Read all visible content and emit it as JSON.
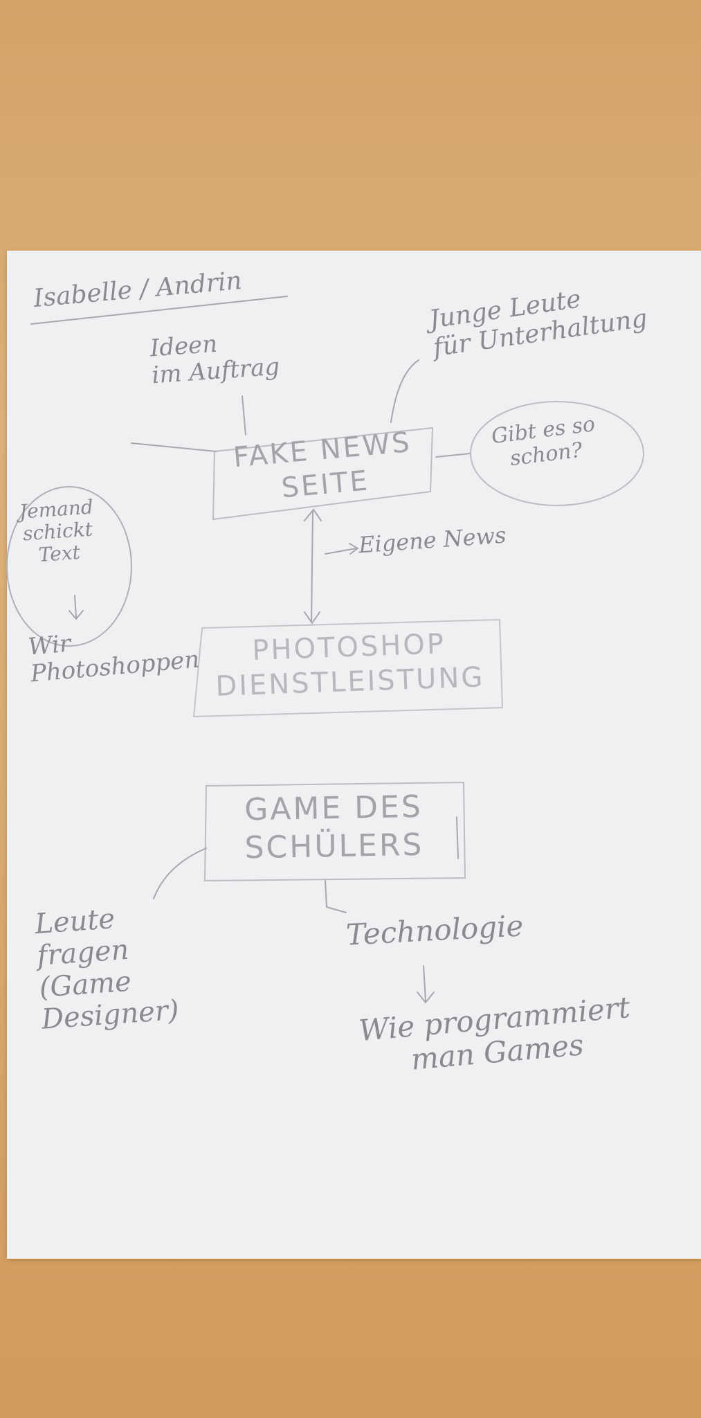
{
  "sketch": {
    "authors": "Isabelle / Andrin",
    "ideas_on_demand": "Ideen\nim Auftrag",
    "young_people": "Junge Leute\nfür Unterhaltung",
    "fake_news_box": "FAKE NEWS\nSEITE",
    "exists_already": "Gibt es so\nschon?",
    "someone_sends_text": "Jemand\nschickt\nText",
    "own_news": "Eigene News",
    "we_photoshop": "Wir\nPhotoshoppen",
    "photoshop_box": "PHOTOSHOP\nDIENSTLEISTUNG",
    "game_box": "GAME DES\nSCHÜLERS",
    "ask_people": "Leute\nfragen\n(Game\nDesigner)",
    "technology": "Technologie",
    "how_to_program": "Wie programmiert\nman Games"
  }
}
